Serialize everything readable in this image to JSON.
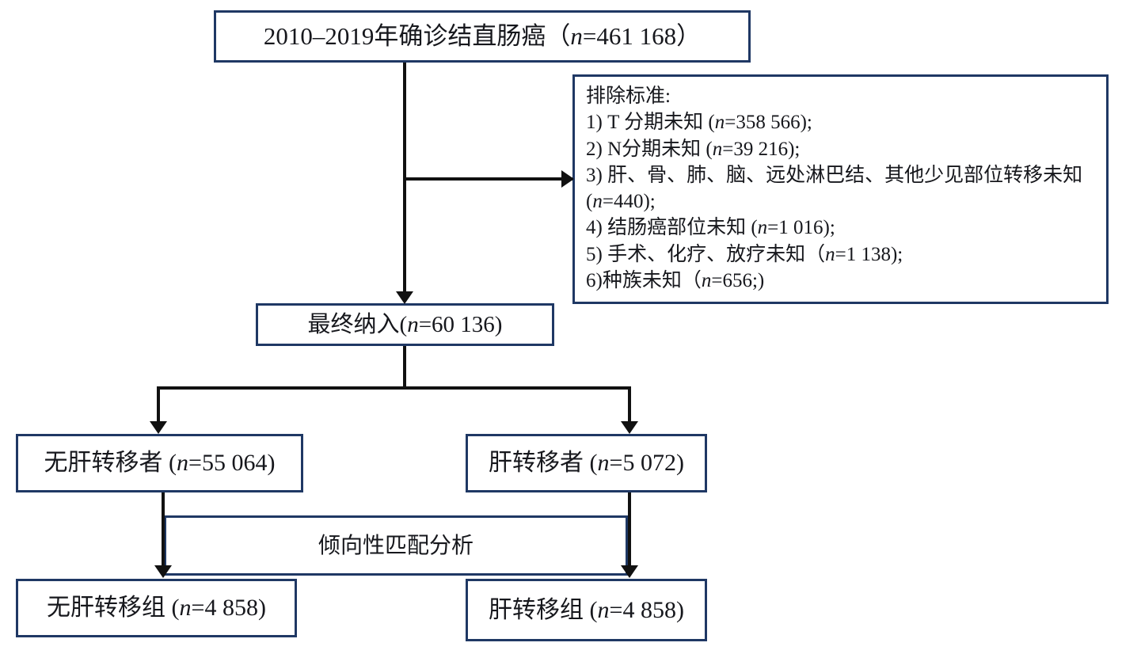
{
  "diagram": {
    "type": "flowchart",
    "language": "zh-CN",
    "title_box": {
      "text": "2010–2019年确诊结直肠癌（n=461 168）",
      "n": 461168
    },
    "exclusion_box": {
      "heading": "排除标准:",
      "criteria": [
        "1) T 分期未知 (n=358 566);",
        "2) N分期未知 (n=39 216);",
        "3) 肝、骨、肺、脑、远处淋巴结、其他少见部位转移未知 (n=440);",
        "4) 结肠癌部位未知 (n=1 016);",
        "5) 手术、化疗、放疗未知（n=1 138);",
        "6)种族未知（n=656;)"
      ],
      "full_text": "排除标准:\n1) T 分期未知 (n=358 566);\n2) N分期未知 (n=39 216);\n3) 肝、骨、肺、脑、远处淋巴结、其他少见部位转移未知 (n=440);\n4) 结肠癌部位未知 (n=1 016);\n5) 手术、化疗、放疗未知（n=1 138);\n6)种族未知（n=656;)"
    },
    "included_box": {
      "text": "最终纳入(n=60 136)",
      "n": 60136
    },
    "group_no_liver_met": {
      "text": "无肝转移者 (n=55 064)",
      "n": 55064
    },
    "group_liver_met": {
      "text": "肝转移者 (n=5 072)",
      "n": 5072
    },
    "psm_box": {
      "text": "倾向性匹配分析"
    },
    "matched_no_liver_met": {
      "text": "无肝转移组 (n=4 858)",
      "n": 4858
    },
    "matched_liver_met": {
      "text": "肝转移组 (n=4 858)",
      "n": 4858
    },
    "colors": {
      "box_border": "#1f3864",
      "connector": "#111111",
      "text": "#16171c",
      "background": "#ffffff"
    }
  }
}
